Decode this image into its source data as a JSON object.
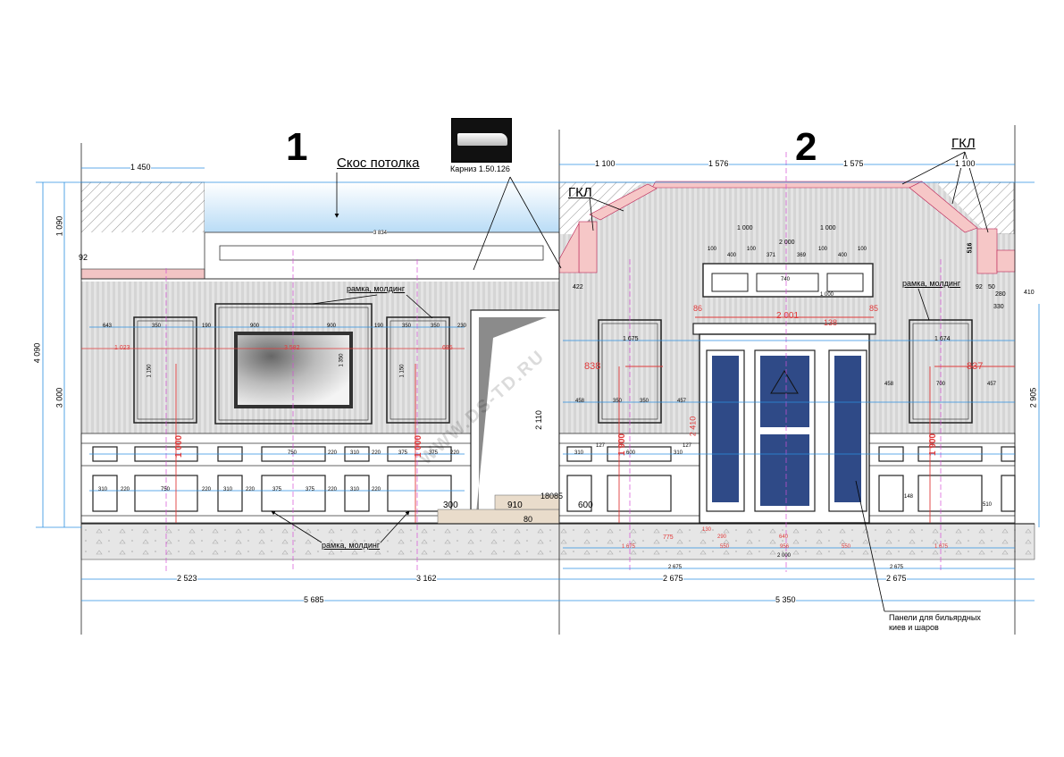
{
  "sections": {
    "left": "1",
    "right": "2"
  },
  "labels": {
    "ceiling_slope": "Скос потолка",
    "cornice": "Карниз 1.50.126",
    "gkl_right": "ГКЛ",
    "gkl_mid": "ГКЛ",
    "frame_top_left": "рамка, молдинг",
    "frame_bottom": "рамка, молдинг",
    "frame_right": "рамка, молдинг",
    "panels_note_line1": "Панели   для бильярдных",
    "panels_note_line2": "киев и шаров",
    "watermark": "WWW.DS-TD.RU"
  },
  "dims_top": {
    "d1": "1 450",
    "d2": "1 100",
    "d3": "1 576",
    "d4": "1 575",
    "d5": "1 100"
  },
  "dims_left": {
    "total": "4 090",
    "top": "1 090",
    "middle": "3 000",
    "small": "92"
  },
  "dims_right": {
    "total": "2 905"
  },
  "dims_bottom": {
    "row1": [
      "2 523",
      "3 162",
      "2 675",
      "2 675"
    ],
    "row2": [
      "5 685",
      "5 350"
    ]
  },
  "dims_left_wall": {
    "cornice_len": "3 834",
    "w643": "643",
    "w350a": "350",
    "w190a": "190",
    "w900a": "900",
    "w900b": "900",
    "w190b": "190",
    "w350b": "350",
    "w350c": "350",
    "w230": "230",
    "h1150a": "1 150",
    "h1350": "1 350",
    "h1150b": "1 150",
    "red1": "1 023",
    "red2": "3 582",
    "red3": "685",
    "red_h1": "1 000",
    "red_h2": "1 000",
    "p310a": "310",
    "p220a": "220",
    "p750a": "750",
    "p220b": "220",
    "p310b": "310",
    "p220c": "220",
    "p375a": "375",
    "p375b": "375",
    "p220d": "220",
    "p310c": "310",
    "p220e": "220",
    "p750b": "750",
    "p220f": "220",
    "p310d": "310",
    "p220g": "220",
    "p375c": "375",
    "p375d": "375",
    "p220h": "220"
  },
  "dims_door_left": {
    "h2110": "2 110",
    "s300": "300",
    "s910": "910",
    "s180": "180",
    "s600": "600",
    "s80": "80",
    "s85": "85",
    "s422": "422"
  },
  "dims_right_wall": {
    "w1000a": "1 000",
    "w1000b": "1 000",
    "w2000": "2 000",
    "t100a": "100",
    "t400a": "400",
    "t100b": "100",
    "t371": "371",
    "t369": "369",
    "t100c": "100",
    "t400b": "400",
    "t100d": "100",
    "t740": "740",
    "t1000c": "1 000",
    "red86": "86",
    "red2001": "2 001",
    "red85": "85",
    "red138": "138",
    "w1675": "1 675",
    "w1674": "1 674",
    "red838": "838",
    "red837": "837",
    "w458a": "458",
    "w350": "350",
    "w350b": "350",
    "w457a": "457",
    "w458b": "458",
    "w700": "700",
    "w457b": "457",
    "red2410": "2 410",
    "red1900a": "1 900",
    "red1900b": "1 900",
    "w775": "775",
    "w130": "130",
    "w290": "290",
    "w640": "640",
    "w550a": "550",
    "w956": "956",
    "w550b": "550",
    "w1675b": "1 675",
    "w1675c": "1 675",
    "w2675a": "2 675",
    "w2675b": "2 675",
    "w2000b": "2 000",
    "p310": "310",
    "p600": "600",
    "p310b": "310",
    "p127a": "127",
    "p127b": "127",
    "p280": "280",
    "p330": "330",
    "p92": "92",
    "p50": "50",
    "p410": "410",
    "p516": "516",
    "p148": "148",
    "p510": "510"
  }
}
